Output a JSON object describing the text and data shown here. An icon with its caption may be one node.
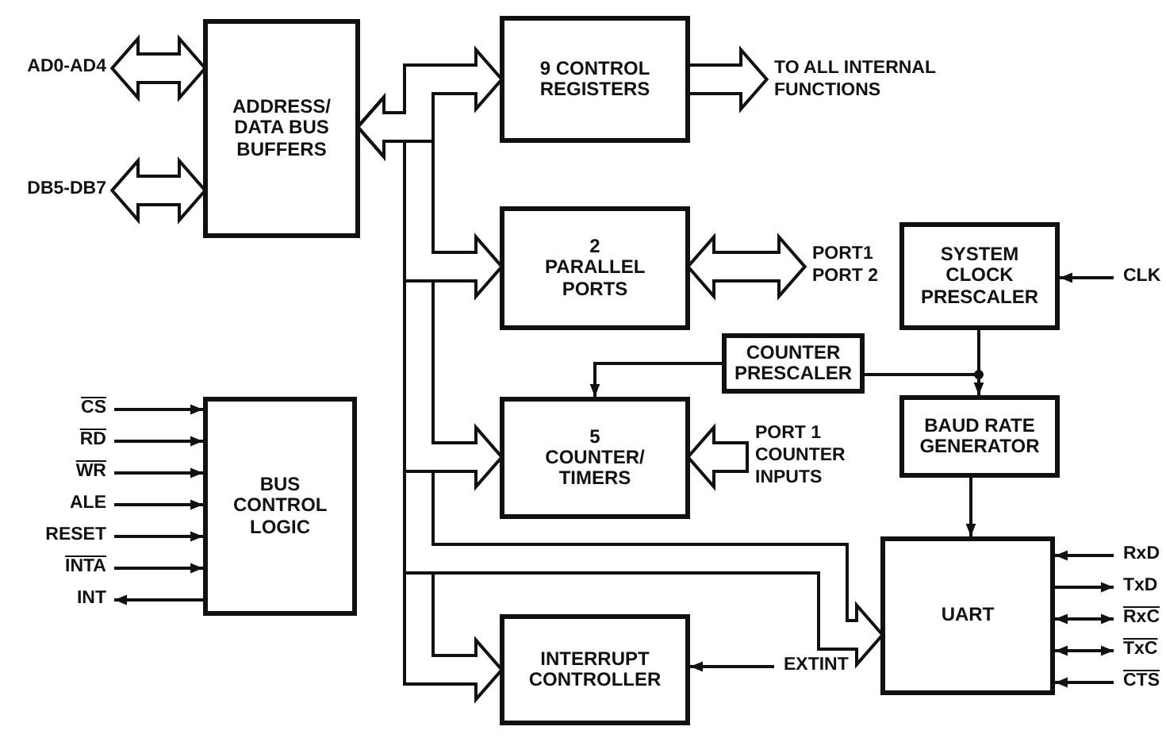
{
  "diagram": {
    "nodes": [
      {
        "text": [
          "ADDRESS/ DATA BUS BUFFERS"
        ]
      },
      {
        "text": [
          "9 CONTROL REGISTERS"
        ]
      },
      {
        "text": [
          "2 PARALLEL PORTS"
        ]
      },
      {
        "text": [
          "SYSTEM CLOCK PRESCALER"
        ]
      },
      {
        "text": [
          "COUNTER PRESCALER"
        ]
      },
      {
        "text": [
          "5 COUNTER/ TIMERS"
        ]
      },
      {
        "text": [
          "BAUD RATE GENERATOR"
        ]
      },
      {
        "text": [
          "BUS CONTROL LOGIC"
        ]
      },
      {
        "text": [
          "UART"
        ]
      },
      {
        "text": [
          "INTERRUPT CONTROLLER"
        ]
      },
      {
        "text": [
          "AD0-AD4"
        ]
      },
      {
        "text": [
          "DB5-DB7"
        ]
      },
      {
        "text": [
          "TO ALL INTERNAL FUNCTIONS"
        ]
      },
      {
        "text": [
          "PORT1",
          "PORT 2"
        ]
      },
      {
        "text": [
          "CLK"
        ]
      },
      {
        "text": [
          "PORT 1 COUNTER INPUTS"
        ]
      },
      {
        "text": [
          "CS"
        ]
      },
      {
        "text": [
          "RD"
        ]
      },
      {
        "text": [
          "WR"
        ]
      },
      {
        "text": [
          "ALE"
        ]
      },
      {
        "text": [
          "RESET"
        ]
      },
      {
        "text": [
          "INTA"
        ]
      },
      {
        "text": [
          "INT"
        ]
      },
      {
        "text": [
          "EXTINT"
        ]
      },
      {
        "text": [
          "RxD"
        ]
      },
      {
        "text": [
          "TxD"
        ]
      },
      {
        "text": [
          "RxC"
        ]
      },
      {
        "text": [
          "TxC"
        ]
      },
      {
        "text": [
          "CTS"
        ]
      }
    ],
    "edges": [
      {
        "from": 10,
        "to": 0,
        "arrow": "both",
        "style": "thick"
      },
      {
        "from": 11,
        "to": 0,
        "arrow": "both",
        "style": "thick"
      },
      {
        "from": 0,
        "to": 1,
        "arrow": "both",
        "style": "thick"
      },
      {
        "from": 0,
        "to": 2,
        "arrow": "both",
        "style": "thick"
      },
      {
        "from": 0,
        "to": 5,
        "arrow": "both",
        "style": "thick"
      },
      {
        "from": 0,
        "to": 8,
        "arrow": "both",
        "style": "thick"
      },
      {
        "from": 0,
        "to": 9,
        "arrow": "both",
        "style": "thick"
      },
      {
        "from": 1,
        "to": 12,
        "arrow": "to",
        "style": "thick"
      },
      {
        "from": 2,
        "to": 13,
        "arrow": "both",
        "style": "thick"
      },
      {
        "from": 15,
        "to": 5,
        "arrow": "to",
        "style": "thick"
      },
      {
        "from": 14,
        "to": 3,
        "arrow": "to"
      },
      {
        "from": 3,
        "to": 6,
        "arrow": "to"
      },
      {
        "from": 3,
        "to": 4,
        "arrow": "none"
      },
      {
        "from": 4,
        "to": 5,
        "arrow": "to"
      },
      {
        "from": 6,
        "to": 8,
        "arrow": "to"
      },
      {
        "from": 16,
        "to": 7,
        "arrow": "to"
      },
      {
        "from": 17,
        "to": 7,
        "arrow": "to"
      },
      {
        "from": 18,
        "to": 7,
        "arrow": "to"
      },
      {
        "from": 19,
        "to": 7,
        "arrow": "to"
      },
      {
        "from": 20,
        "to": 7,
        "arrow": "to"
      },
      {
        "from": 21,
        "to": 7,
        "arrow": "to"
      },
      {
        "from": 7,
        "to": 22,
        "arrow": "to"
      },
      {
        "from": 23,
        "to": 9,
        "arrow": "to"
      },
      {
        "from": 24,
        "to": 8,
        "arrow": "to"
      },
      {
        "from": 8,
        "to": 25,
        "arrow": "to"
      },
      {
        "from": 26,
        "to": 8,
        "arrow": "both"
      },
      {
        "from": 27,
        "to": 8,
        "arrow": "both"
      },
      {
        "from": 28,
        "to": 8,
        "arrow": "to"
      }
    ]
  }
}
